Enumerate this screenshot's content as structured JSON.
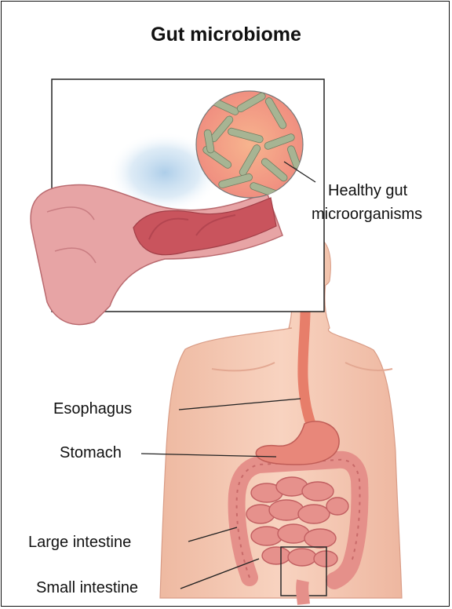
{
  "title": "Gut microbiome",
  "labels": {
    "microbes_line1": "Healthy gut",
    "microbes_line2": "microorganisms",
    "esophagus": "Esophagus",
    "stomach": "Stomach",
    "large_intestine": "Large intestine",
    "small_intestine": "Small intestine"
  },
  "colors": {
    "skin": "#f4c6ae",
    "intestine": "#e6918c",
    "lumen": "#c9545d",
    "microbe_bg": "#f6a68a",
    "microbe": "#9eae8d",
    "glow": "#b9d6ee"
  }
}
